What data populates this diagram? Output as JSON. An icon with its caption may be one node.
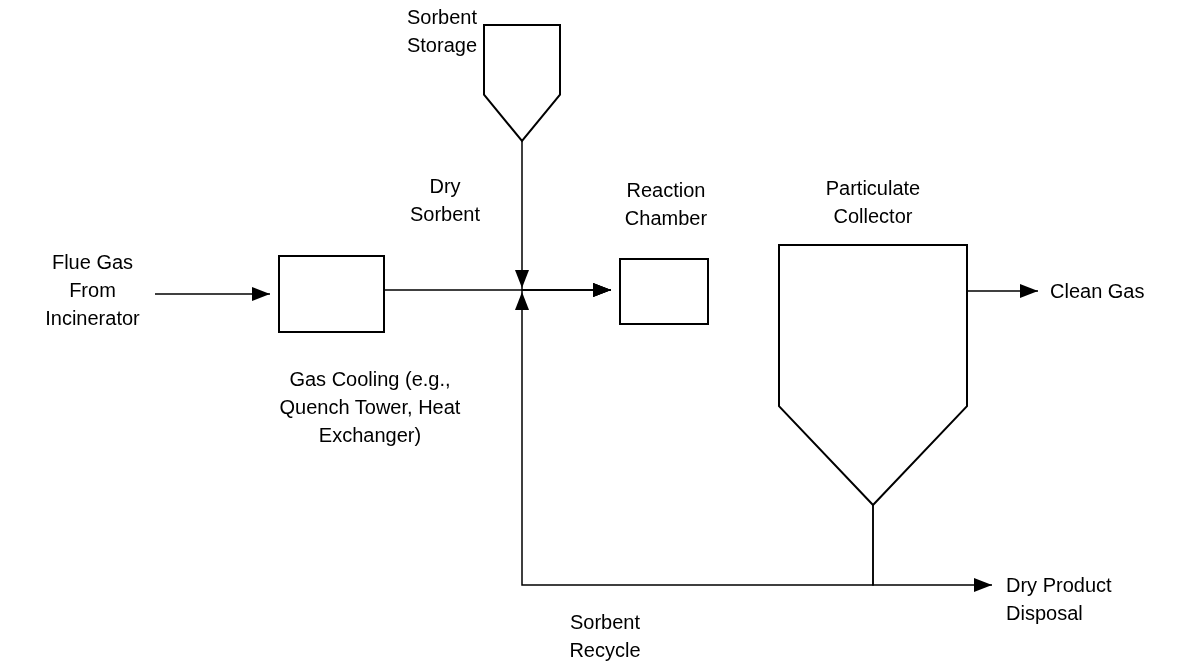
{
  "diagram": {
    "nodes": [
      {
        "text": [
          "Flue Gas From Incinerator"
        ]
      },
      {
        "text": [
          "Gas Cooling (e.g., Quench Tower, Heat Exchanger)"
        ]
      },
      {
        "text": [
          "Sorbent Storage"
        ]
      },
      {
        "text": [
          "Reaction Chamber"
        ]
      },
      {
        "text": [
          "Particulate Collector"
        ]
      },
      {
        "text": [
          "Clean Gas"
        ]
      },
      {
        "text": [
          "Dry Product Disposal"
        ]
      }
    ],
    "edges": [
      {
        "from": 0,
        "to": 1,
        "arrow": "to"
      },
      {
        "from": 1,
        "to": 3,
        "arrow": "to"
      },
      {
        "from": 2,
        "to": 3,
        "arrow": "to",
        "label": "Dry Sorbent"
      },
      {
        "from": 4,
        "to": 3,
        "arrow": "to",
        "label": "Sorbent Recycle"
      },
      {
        "from": 4,
        "to": 6,
        "arrow": "to"
      },
      {
        "from": 4,
        "to": 5,
        "arrow": "to"
      }
    ]
  }
}
